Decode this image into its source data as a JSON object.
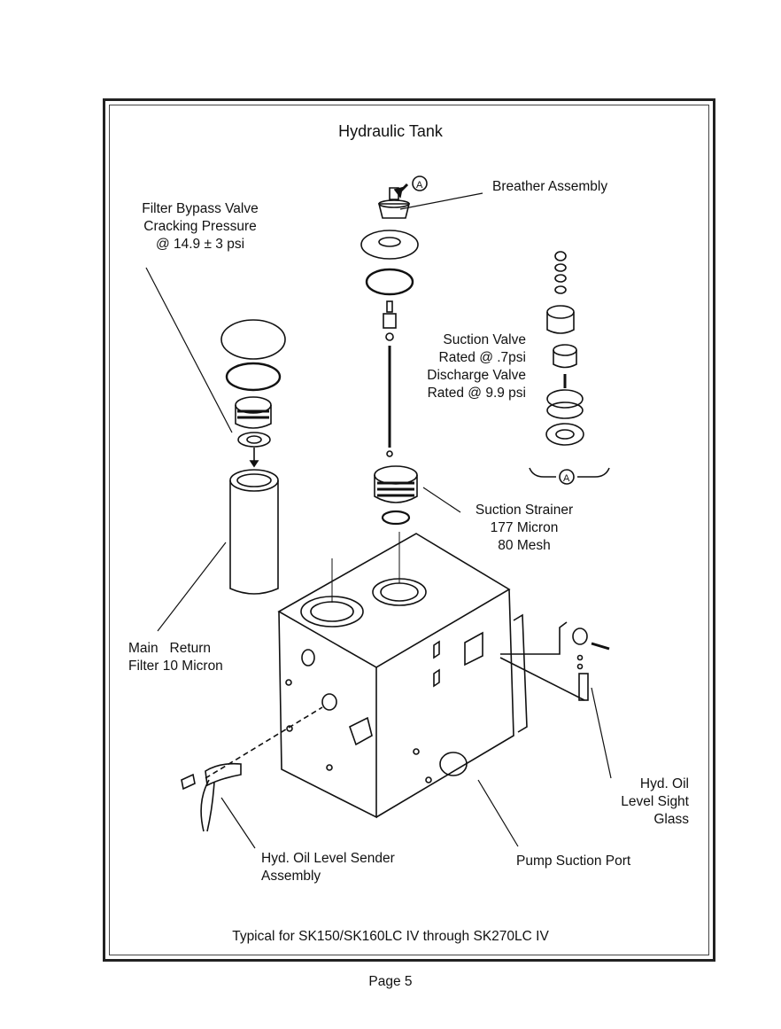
{
  "document": {
    "title": "Hydraulic Tank",
    "footer": "Typical for SK150/SK160LC IV through SK270LC IV",
    "page": "Page 5"
  },
  "callouts": {
    "breather": "Breather Assembly",
    "bypass": [
      "Filter Bypass Valve",
      "Cracking Pressure",
      "@ 14.9 ± 3 psi"
    ],
    "valves": [
      "Suction Valve",
      "Rated @ .7psi",
      "Discharge Valve",
      "Rated @ 9.9 psi"
    ],
    "strainer": [
      "Suction Strainer",
      "177 Micron",
      "80 Mesh"
    ],
    "return_filter": [
      "Main   Return",
      "Filter 10 Micron"
    ],
    "sight_glass": [
      "Hyd. Oil",
      "Level Sight",
      "Glass"
    ],
    "sender": [
      "Hyd. Oil Level Sender",
      "Assembly"
    ],
    "pump_port": "Pump Suction Port",
    "detail_marker": "A"
  }
}
